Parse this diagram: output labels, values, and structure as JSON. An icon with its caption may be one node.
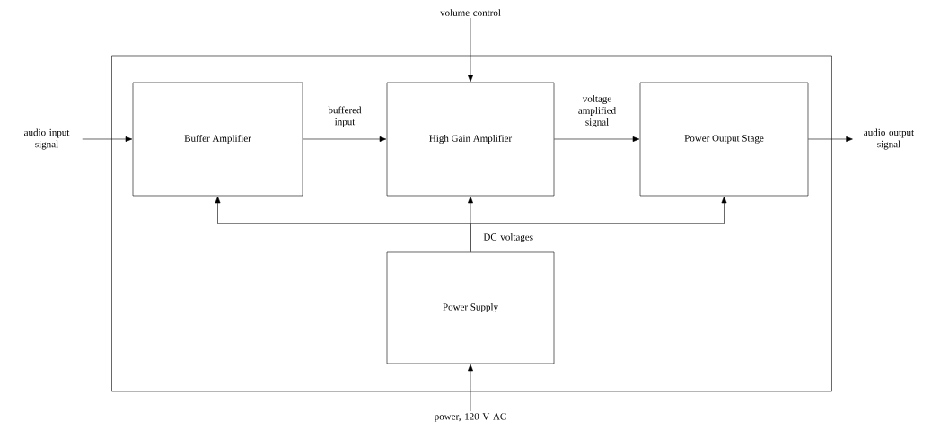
{
  "diagram": {
    "nodes": [
      {
        "text": [],
        "shape": "box"
      },
      {
        "text": [
          "Buffer Amplifier"
        ],
        "in": 0
      },
      {
        "text": [
          "High Gain Amplifier"
        ],
        "in": 0
      },
      {
        "text": [
          "Power Output Stage"
        ],
        "in": 0
      },
      {
        "text": [
          "Power Supply"
        ],
        "in": 0
      },
      {
        "text": [
          "audio input signal"
        ]
      },
      {
        "text": [
          "audio output signal"
        ]
      },
      {
        "text": [
          "volume control"
        ]
      },
      {
        "text": [
          "power, 120 V AC"
        ]
      }
    ],
    "edges": [
      {
        "from": 5,
        "to": 1,
        "arrow": "to"
      },
      {
        "from": 1,
        "to": 2,
        "arrow": "to",
        "label": "buffered input"
      },
      {
        "from": 2,
        "to": 3,
        "arrow": "to",
        "label": "voltage amplified signal"
      },
      {
        "from": 3,
        "to": 6,
        "arrow": "to"
      },
      {
        "from": 7,
        "to": 2,
        "arrow": "to"
      },
      {
        "from": 8,
        "to": 4,
        "arrow": "to"
      },
      {
        "from": 4,
        "to": 1,
        "arrow": "to"
      },
      {
        "from": 4,
        "to": 2,
        "arrow": "to",
        "label": "DC voltages"
      },
      {
        "from": 4,
        "to": 3,
        "arrow": "to"
      }
    ]
  }
}
